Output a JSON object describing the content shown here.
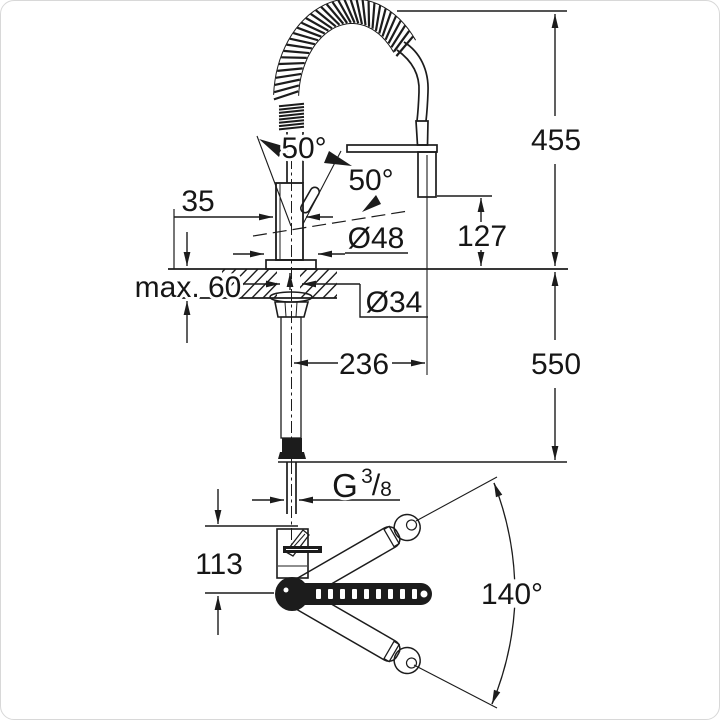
{
  "labels": {
    "overall_height": "455",
    "spout_height": "127",
    "under_counter_length": "550",
    "body_width": "35",
    "max_counter_thickness": "max. 60",
    "base_diameter": "Ø48",
    "shank_diameter": "Ø34",
    "spout_reach": "236",
    "spout_angle": "50°",
    "handle_angle": "50°",
    "thread_g": "G",
    "thread_numerator": "3",
    "thread_slash": "/",
    "thread_denominator": "8",
    "front_offset": "113",
    "swivel_angle": "140°"
  },
  "colors": {
    "ink": "#1c1c1c",
    "background": "#ffffff",
    "frame_border": "#d8d8d8"
  }
}
